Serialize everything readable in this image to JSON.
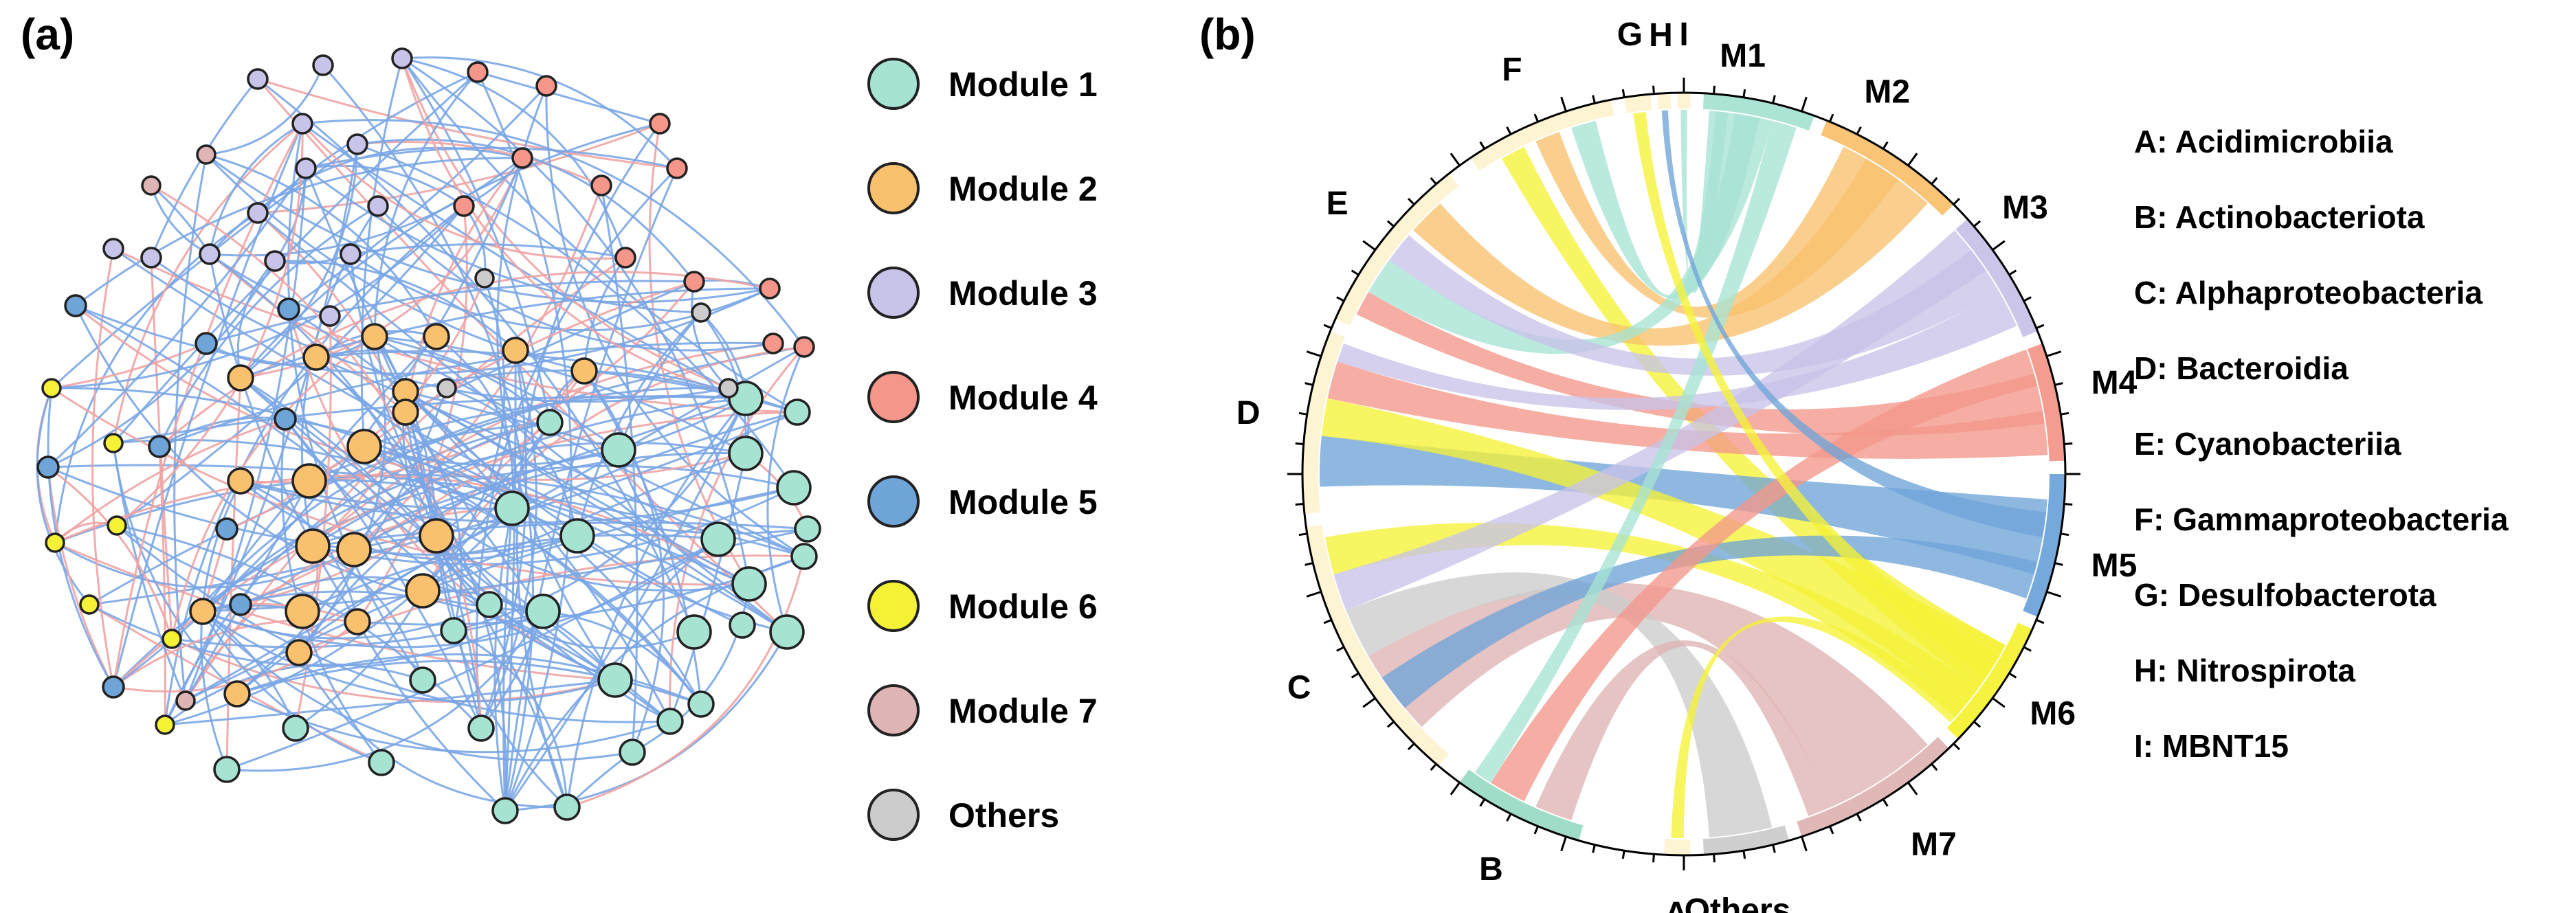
{
  "panel_a": {
    "label": "(a)",
    "legend": [
      {
        "label": "Module 1",
        "color": "#a6e3d3"
      },
      {
        "label": "Module 2",
        "color": "#f9c16e"
      },
      {
        "label": "Module 3",
        "color": "#c8c3e8"
      },
      {
        "label": "Module 4",
        "color": "#f4978a"
      },
      {
        "label": "Module 5",
        "color": "#6fa4d9"
      },
      {
        "label": "Module 6",
        "color": "#f5f236"
      },
      {
        "label": "Module 7",
        "color": "#dfb4b4"
      },
      {
        "label": "Others",
        "color": "#cccccc"
      }
    ],
    "edge_colors": {
      "positive": "#7aa6e6",
      "negative": "#f0a3a3"
    }
  },
  "panel_b": {
    "label": "(b)",
    "left_segments": [
      {
        "id": "A",
        "label": "A"
      },
      {
        "id": "B",
        "label": "B"
      },
      {
        "id": "C",
        "label": "C"
      },
      {
        "id": "D",
        "label": "D"
      },
      {
        "id": "E",
        "label": "E"
      },
      {
        "id": "F",
        "label": "F"
      },
      {
        "id": "G",
        "label": "G"
      },
      {
        "id": "H",
        "label": "H"
      },
      {
        "id": "I",
        "label": "I"
      }
    ],
    "right_segments": [
      {
        "id": "M1",
        "label": "M1",
        "color": "#a6e3d3"
      },
      {
        "id": "M2",
        "label": "M2",
        "color": "#f9c16e"
      },
      {
        "id": "M3",
        "label": "M3",
        "color": "#c8c3e8"
      },
      {
        "id": "M4",
        "label": "M4",
        "color": "#f4978a"
      },
      {
        "id": "M5",
        "label": "M5",
        "color": "#6fa4d9"
      },
      {
        "id": "M6",
        "label": "M6",
        "color": "#f5f236"
      },
      {
        "id": "M7",
        "label": "M7",
        "color": "#dfb4b4"
      },
      {
        "id": "Others",
        "label": "Others",
        "color": "#cccccc"
      }
    ],
    "key": [
      "A: Acidimicrobiia",
      "B: Actinobacteriota",
      "C: Alphaproteobacteria",
      "D: Bacteroidia",
      "E: Cyanobacteriia",
      "F: Gammaproteobacteria",
      "G: Desulfobacterota",
      "H: Nitrospirota",
      "I:  MBNT15"
    ]
  }
}
